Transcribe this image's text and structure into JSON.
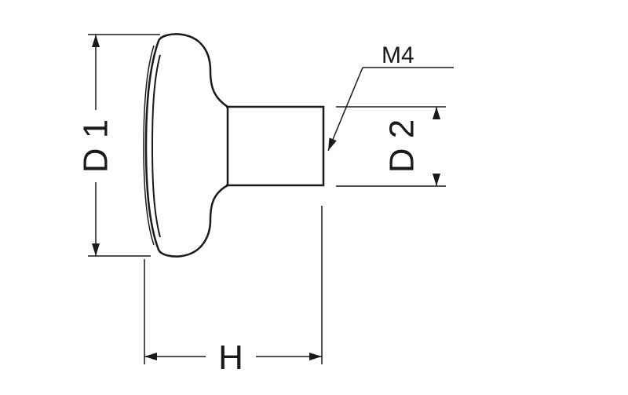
{
  "labels": {
    "d1": "D 1",
    "d2": "D 2",
    "h": "H",
    "thread": "M4"
  },
  "colors": {
    "stroke": "#1a1a1a",
    "background": "#ffffff"
  }
}
